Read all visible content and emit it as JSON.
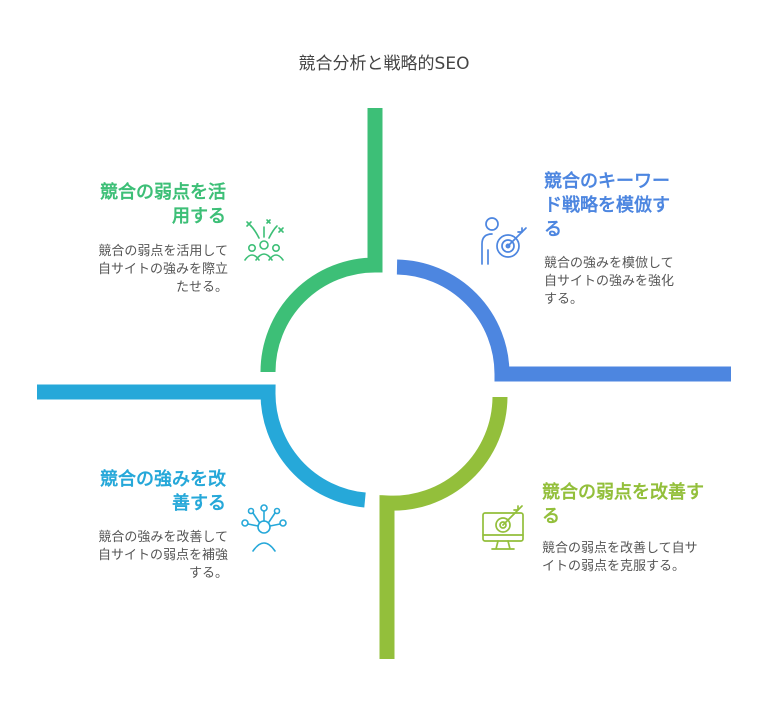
{
  "title": "競合分析と戦略的SEO",
  "colors": {
    "green": "#3dbf77",
    "blue": "#4d86e0",
    "olive": "#93bf3b",
    "cyan": "#26a8d9"
  },
  "quadrants": {
    "top_left": {
      "heading": "競合の弱点を活\n用する",
      "description": "競合の弱点を活用して\n自サイトの強みを際立\nたせる。",
      "icon": "team-celebration-icon"
    },
    "top_right": {
      "heading": "競合のキーワー\nド戦略を模倣す\nる",
      "description": "競合の強みを模倣して\n自サイトの強みを強化\nする。",
      "icon": "person-target-icon"
    },
    "bottom_left": {
      "heading": "競合の強みを改\n善する",
      "description": "競合の強みを改善して\n自サイトの弱点を補強\nする。",
      "icon": "person-network-icon"
    },
    "bottom_right": {
      "heading": "競合の弱点を改善す\nる",
      "description": "競合の弱点を改善して自サ\nイトの弱点を克服する。",
      "icon": "monitor-target-icon"
    }
  }
}
